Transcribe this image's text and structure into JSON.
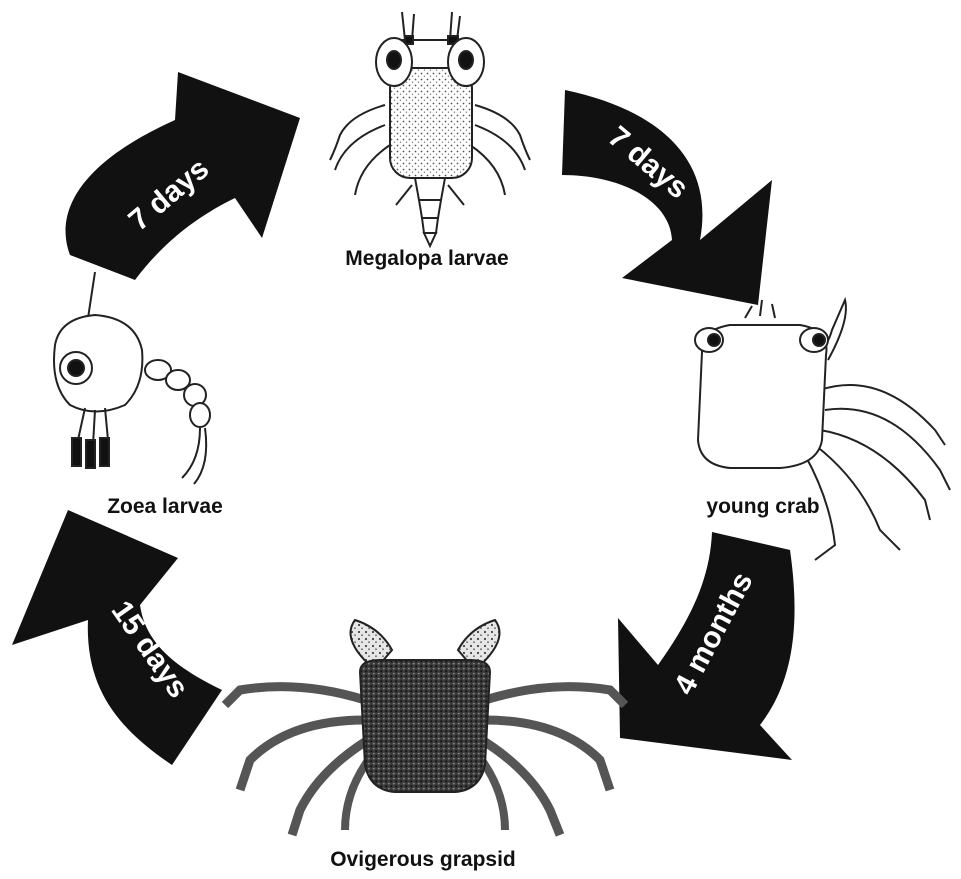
{
  "stages": {
    "megalopa": "Megalopa larvae",
    "young_crab": "young crab",
    "ovigerous": "Ovigerous grapsid",
    "zoea": "Zoea larvae"
  },
  "transitions": {
    "zoea_to_megalopa": "7 days",
    "megalopa_to_young": "7 days",
    "young_to_ovigerous": "4 months",
    "ovigerous_to_zoea": "15 days"
  },
  "colors": {
    "arrow": "#111111",
    "arrow_text": "#ffffff",
    "line": "#222222"
  }
}
